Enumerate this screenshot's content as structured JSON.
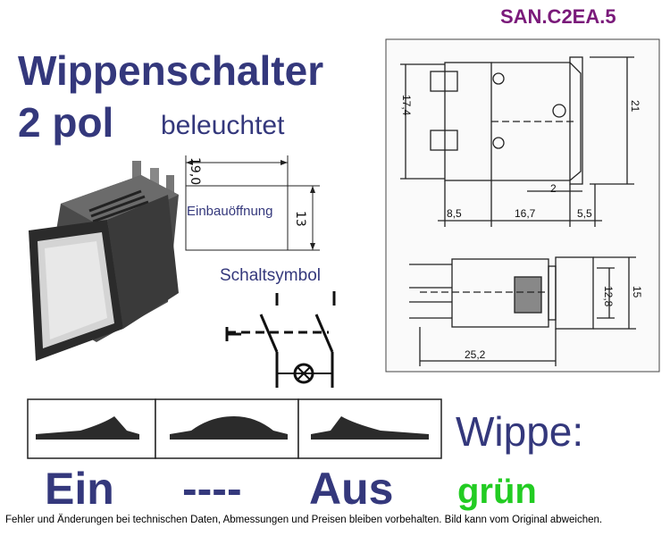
{
  "product_code": "SAN.C2EA.5",
  "title_line1": "Wippenschalter",
  "title_line2": "2 pol",
  "subtitle": "beleuchtet",
  "cutout": {
    "label": "Einbauöffnung",
    "width": "19,0",
    "height": "13"
  },
  "schematic_label": "Schaltsymbol",
  "drawing_top": {
    "height": "17,4",
    "total_height": "21",
    "dim_a": "8,5",
    "dim_b": "16,7",
    "dim_c": "5,5",
    "dim_d": "2"
  },
  "drawing_side": {
    "length": "25,2",
    "inner_height": "12,8",
    "height": "15"
  },
  "rocker_positions": [
    "Ein",
    "----",
    "Aus"
  ],
  "rocker_label": "Wippe:",
  "rocker_color": "grün",
  "rocker_color_hex": "#22cc22",
  "title_color_hex": "#34387c",
  "footer": "Fehler und Änderungen bei technischen Daten, Abmessungen und Preisen bleiben vorbehalten. Bild kann vom Original abweichen."
}
